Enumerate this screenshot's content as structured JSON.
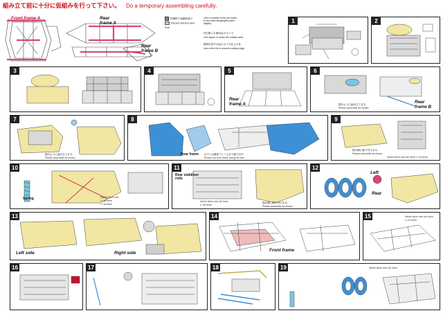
{
  "header": {
    "title_jp": "組み立て前に十分に仮組みを行って下さい。",
    "title_en": "Do a temporary assembling carefully."
  },
  "colors": {
    "accent_red": "#c8102e",
    "pink_frame": "#d6467a",
    "yellow_part": "#f1e6a2",
    "blue_part": "#3d8fd6",
    "cyan_part": "#7ac6e0",
    "light_blue_part": "#9ecbee"
  },
  "intro": {
    "front_frame_a": "Front frame A",
    "rear_frame_a": "Rear\nframe A",
    "rear_frame_b": "Rear\nframe B",
    "legend_title": "外側折り目線を使う",
    "legend_lines": [
      "Discard hatched area",
      "Fold",
      "Use a modeler knife pre-make to the back lithography parts slightly.",
      "切り取った部分はヤスリで",
      "Use nipper to clean the crafted area.",
      "部材の切り口はヤスリで仕上げる",
      "Use a fine file to smooth cutting edge."
    ]
  },
  "panels": [
    {
      "num": "1",
      "captions": []
    },
    {
      "num": "2",
      "captions": []
    },
    {
      "num": "3",
      "captions": []
    },
    {
      "num": "4",
      "captions": []
    },
    {
      "num": "5",
      "captions": [
        "Rear\nframe A"
      ]
    },
    {
      "num": "6",
      "captions": [
        "Rear\nframe B"
      ],
      "notes": [
        "図のように組み立てます。",
        "Please assemble as shown."
      ]
    },
    {
      "num": "7",
      "captions": [],
      "notes": [
        "図のように組み立てます。",
        "Please assemble as shown."
      ]
    },
    {
      "num": "8",
      "captions": [
        "Rear frame"
      ],
      "notes": [
        "ボディは車体フレームから取り外す",
        "Please cut from frame along the line."
      ]
    },
    {
      "num": "9",
      "captions": [],
      "notes": [
        "図の様に取り付けます。",
        "Please assemble as shown.",
        "Nickel silver wire ø0.4mm  L=18.5mm"
      ]
    },
    {
      "num": "10",
      "captions": [
        "Spring"
      ],
      "notes": [
        "Nickel silver wire",
        "L=18.5mm",
        "L=18.5mm"
      ]
    },
    {
      "num": "11",
      "captions": [
        "Rear stabilizer\nrods"
      ],
      "notes": [
        "Nickel silver wire ø0.3mm",
        "L=18.5mm",
        "図の様に取り付けます。",
        "Please assemble as shown."
      ]
    },
    {
      "num": "12",
      "captions": [
        "Left",
        "Rear"
      ]
    },
    {
      "num": "13",
      "captions": [
        "Left side",
        "Right side"
      ]
    },
    {
      "num": "14",
      "captions": [
        "Front frame"
      ]
    },
    {
      "num": "15",
      "captions": [],
      "notes": [
        "Nickel silver wire ø0.4mm",
        "L=15.5mm"
      ]
    },
    {
      "num": "16",
      "captions": []
    },
    {
      "num": "17",
      "captions": []
    },
    {
      "num": "18",
      "captions": []
    },
    {
      "num": "19",
      "captions": [],
      "notes": [
        "Nickel silver wire ø0.4mm"
      ]
    }
  ]
}
